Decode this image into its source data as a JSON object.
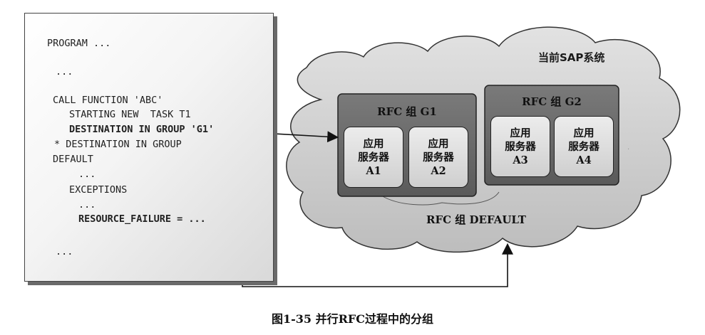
{
  "code": {
    "lines": [
      "PROGRAM ...",
      "...",
      "CALL FUNCTION 'ABC'",
      "STARTING NEW  TASK T1",
      "DESTINATION IN GROUP 'G1'",
      "* DESTINATION IN GROUP",
      "DEFAULT",
      "...",
      "EXCEPTIONS",
      "...",
      "RESOURCE_FAILURE = ...",
      "..."
    ]
  },
  "cloud": {
    "label": "当前SAP系统"
  },
  "group1": {
    "title": "RFC 组 G1",
    "servers": [
      {
        "line1": "应用",
        "line2": "服务器",
        "line3": "A1"
      },
      {
        "line1": "应用",
        "line2": "服务器",
        "line3": "A2"
      }
    ]
  },
  "group2": {
    "title": "RFC 组 G2",
    "servers": [
      {
        "line1": "应用",
        "line2": "服务器",
        "line3": "A3"
      },
      {
        "line1": "应用",
        "line2": "服务器",
        "line3": "A4"
      }
    ]
  },
  "default_group": {
    "label": "RFC 组 DEFAULT"
  },
  "caption": "图1-35    并行RFC过程中的分组"
}
